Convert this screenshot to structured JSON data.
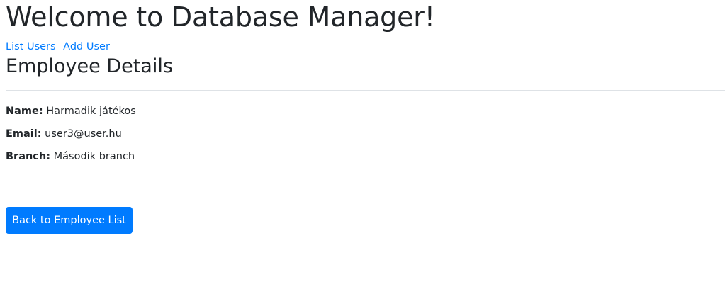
{
  "header": {
    "title": "Welcome to Database Manager!"
  },
  "nav": {
    "list_users": "List Users",
    "add_user": "Add User"
  },
  "main": {
    "title": "Employee Details",
    "details": {
      "name_label": "Name:",
      "name_value": "Harmadik játékos",
      "email_label": "Email:",
      "email_value": "user3@user.hu",
      "branch_label": "Branch:",
      "branch_value": "Második branch"
    },
    "back_button_label": "Back to Employee List"
  },
  "colors": {
    "link": "#007bff",
    "button_bg": "#007bff",
    "text": "#212529",
    "divider": "#dee2e6"
  }
}
